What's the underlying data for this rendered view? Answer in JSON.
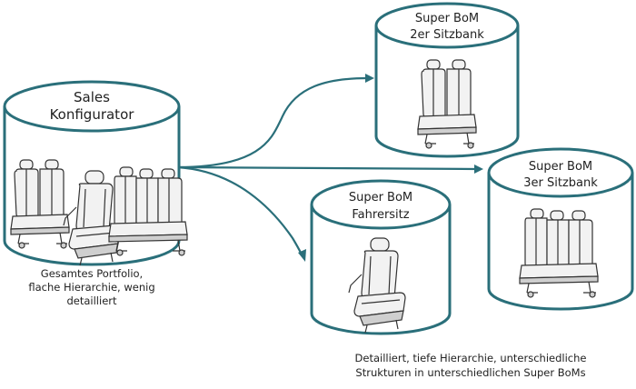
{
  "nodes": {
    "sales": {
      "line1": "Sales",
      "line2": "Konfigurator",
      "caption": [
        "Gesamtes Portfolio,",
        "flache Hierarchie, wenig",
        "detailliert"
      ]
    },
    "bom2": {
      "line1": "Super BoM",
      "line2": "2er Sitzbank"
    },
    "bom3": {
      "line1": "Super BoM",
      "line2": "3er Sitzbank"
    },
    "fahrer": {
      "line1": "Super BoM",
      "line2": "Fahrersitz",
      "caption": [
        "Detailliert, tiefe Hierarchie, unterschiedliche",
        "Strukturen in unterschiedlichen Super BoMs"
      ]
    }
  },
  "colors": {
    "stroke": "#2a6f7a"
  }
}
